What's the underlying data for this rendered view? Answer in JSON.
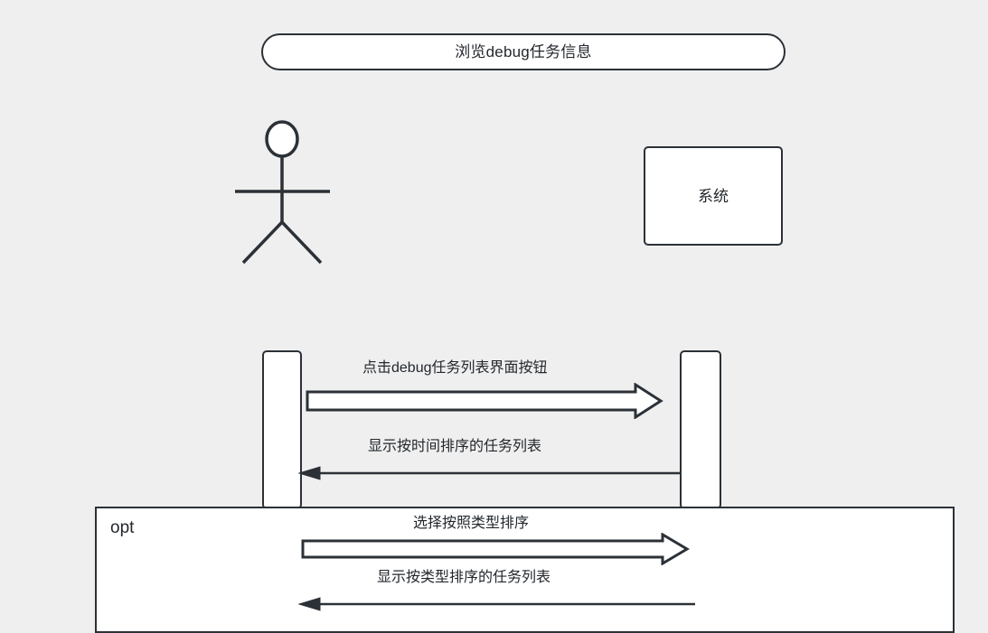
{
  "diagram": {
    "type": "uml-sequence-diagram",
    "title": "浏览debug任务信息",
    "colors": {
      "background": "#efefef",
      "stroke": "#2b3137",
      "fill": "#ffffff",
      "text": "#23282d"
    },
    "participants": [
      {
        "id": "actor",
        "label": "",
        "shape": "stick-figure"
      },
      {
        "id": "system",
        "label": "系统",
        "shape": "rectangle"
      }
    ],
    "messages": [
      {
        "id": "msg1",
        "label": "点击debug任务列表界面按钮",
        "direction": "right",
        "style": "hollow-block-arrow",
        "from": "actor",
        "to": "system"
      },
      {
        "id": "msg2",
        "label": "显示按时间排序的任务列表",
        "direction": "left",
        "style": "solid-arrow",
        "from": "system",
        "to": "actor"
      },
      {
        "id": "msg3",
        "label": "选择按照类型排序",
        "direction": "right",
        "style": "hollow-block-arrow",
        "from": "actor",
        "to": "system"
      },
      {
        "id": "msg4",
        "label": "显示按类型排序的任务列表",
        "direction": "left",
        "style": "solid-arrow",
        "from": "system",
        "to": "actor"
      }
    ],
    "fragment": {
      "operator": "opt",
      "label": "opt"
    }
  }
}
